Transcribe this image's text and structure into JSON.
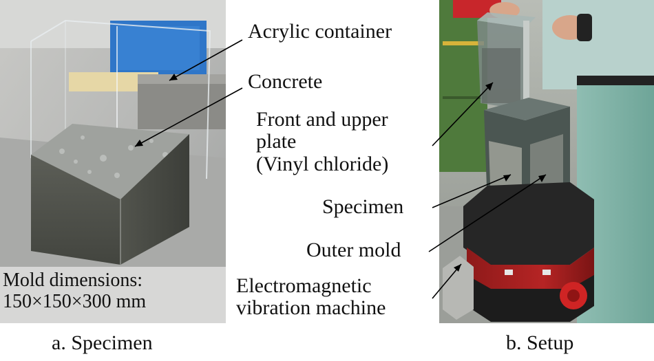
{
  "panel_a": {
    "caption": "a. Specimen",
    "mold_dimensions": "Mold dimensions:\n150×150×300 mm"
  },
  "panel_b": {
    "caption": "b. Setup"
  },
  "labels": {
    "acrylic_container": "Acrylic container",
    "concrete": "Concrete",
    "front_upper_plate": "Front and upper\nplate\n(Vinyl chloride)",
    "specimen": "Specimen",
    "outer_mold": "Outer mold",
    "vibration_machine": "Electromagnetic\nvibration machine"
  }
}
